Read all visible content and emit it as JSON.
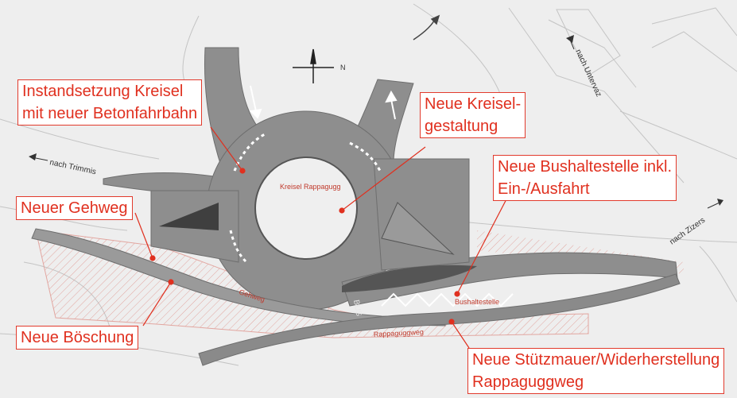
{
  "callouts": {
    "kreisel_instandsetzung": [
      "Instandsetzung Kreisel",
      "mit neuer Betonfahrbahn"
    ],
    "kreiselgestaltung": [
      "Neue Kreisel-",
      "gestaltung"
    ],
    "bushaltestelle": [
      "Neue Bushaltestelle inkl.",
      "Ein-/Ausfahrt"
    ],
    "gehweg": [
      "Neuer Gehweg"
    ],
    "boeschung": [
      "Neue Böschung"
    ],
    "stuetzmauer": [
      "Neue Stützmauer/Widerherstellung",
      "Rappaguggweg"
    ]
  },
  "map_labels": {
    "kreisel": "Kreisel Rappagugg",
    "trimmis": "nach Trimmis",
    "untervaz": "nach Untervaz",
    "zizers": "nach Zizers",
    "gehweg": "Gehweg",
    "bus": "BUS",
    "bushaltestelle": "Bushaltestelle",
    "rappaguggweg": "Rappaguggweg",
    "north": "N"
  },
  "colors": {
    "annotation_red": "#e0301f",
    "road_gray": "#8e8e8e",
    "background": "#eeeeee"
  }
}
